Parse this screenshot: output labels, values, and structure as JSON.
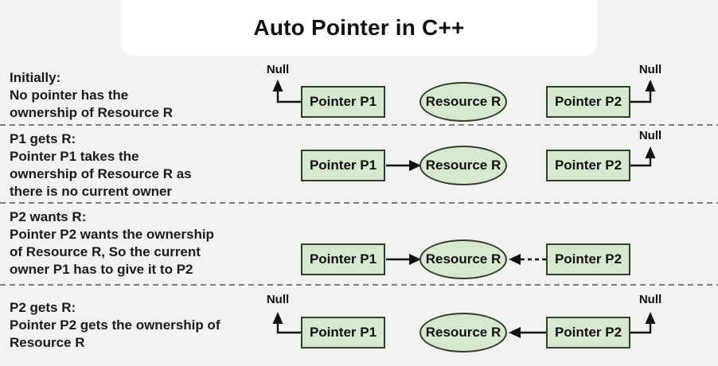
{
  "title": "Auto Pointer in C++",
  "node_labels": {
    "p1": "Pointer P1",
    "p2": "Pointer P2",
    "resource": "Resource R",
    "null_label": "Null"
  },
  "colors": {
    "background": "#f2f2f1",
    "title_card": "#ffffff",
    "node_fill": "#d6e8d0",
    "node_border": "#333f2c",
    "arrow": "#111111",
    "separator": "#7e7e7e",
    "text": "#1b1b1b"
  },
  "rows": [
    {
      "id": "initially",
      "lines": [
        "Initially:",
        "No pointer has the",
        "ownership of Resource R"
      ],
      "p1_points_to": "Null",
      "p2_points_to": "Null"
    },
    {
      "id": "p1-gets-r",
      "lines": [
        "P1 gets R:",
        "Pointer P1 takes the",
        "ownership of Resource R as",
        "there is no current owner"
      ],
      "p1_points_to": "Resource R",
      "p2_points_to": "Null"
    },
    {
      "id": "p2-wants-r",
      "lines": [
        "P2 wants R:",
        "Pointer P2 wants the ownership",
        "of Resource R, So the current",
        "owner P1 has to give it to P2"
      ],
      "p1_points_to": "Resource R",
      "p2_points_to": "Resource R (dashed request)"
    },
    {
      "id": "p2-gets-r",
      "lines": [
        "P2 gets R:",
        "Pointer P2 gets the ownership of",
        "Resource R"
      ],
      "p1_points_to": "Null",
      "p2_points_to": "Resource R"
    }
  ]
}
